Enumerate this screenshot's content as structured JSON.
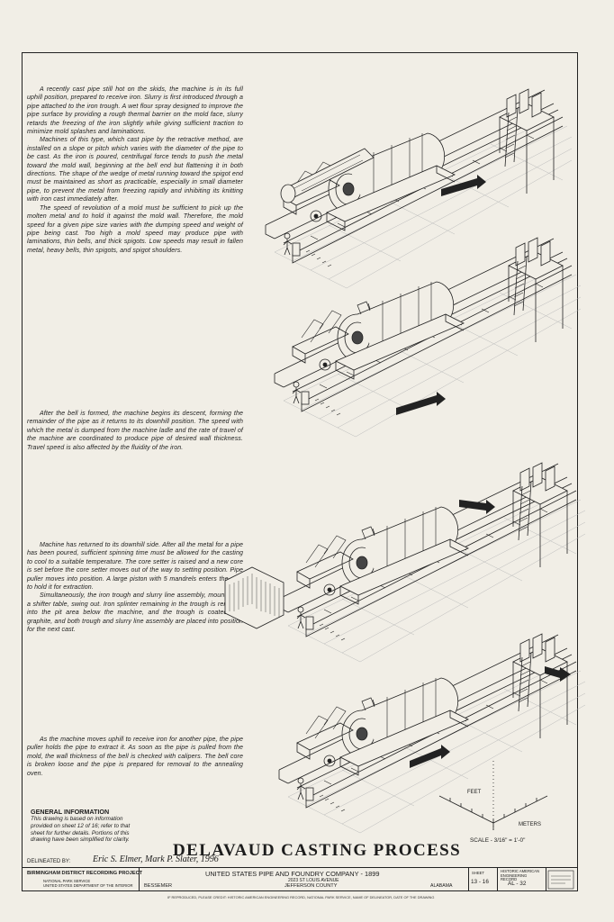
{
  "paragraphs": {
    "p1": "A recently cast pipe still hot on the skids, the machine is in its full uphill position, prepared to receive iron. Slurry is first introduced through a pipe attached to the iron trough. A wet flour spray designed to improve the pipe surface by providing a rough thermal barrier on the mold face, slurry retards the freezing of the iron slightly while giving sufficient traction to minimize mold splashes and laminations.",
    "p2": "Machines of this type, which cast pipe by the retractive method, are installed on a slope or pitch which varies with the diameter of the pipe to be cast. As the iron is poured, centrifugal force tends to push the metal toward the mold wall, beginning at the bell end but flattening it in both directions. The shape of the wedge of metal running toward the spigot end must be maintained as short as practicable, especially in small diameter pipe, to prevent the metal from freezing rapidly and inhibiting its knitting with iron cast immediately after.",
    "p3": "The speed of revolution of a mold must be sufficient to pick up the molten metal and to hold it against the mold wall. Therefore, the mold speed for a given pipe size varies with the dumping speed and weight of pipe being cast. Too high a mold speed may produce pipe with laminations, thin bells, and thick spigots. Low speeds may result in fallen metal, heavy bells, thin spigots, and spigot shoulders.",
    "p4": "After the bell is formed, the machine begins its descent, forming the remainder of the pipe as it returns to its downhill position. The speed with which the metal is dumped from the machine ladle and the rate of travel of the machine are coordinated to produce pipe of desired wall thickness. Travel speed is also affected by the fluidity of the iron.",
    "p5": "Machine has returned to its downhill side. After all the metal for a pipe has been poured, sufficient spinning time must be allowed for the casting to cool to a suitable temperature. The core setter is raised and a new core is set before the core setter moves out of the way to setting position. Pipe puller moves into position. A large piston with 5 mandrels enters the pipe to hold it for extraction.",
    "p6": "Simultaneously, the iron trough and slurry line assembly, mounted on a shifter table, swing out. Iron splinter remaining in the trough is removed into the pit area below the machine, and the trough is coated with graphite, and both trough and slurry line assembly are placed into position for the next cast.",
    "p7": "As the machine moves uphill to receive iron for another pipe, the pipe puller holds the pipe to extract it. As soon as the pipe is pulled from the mold, the wall thickness of the bell is checked with calipers. The bell core is broken loose and the pipe is prepared for removal to the annealing oven."
  },
  "general_info": {
    "heading": "GENERAL INFORMATION",
    "text": "This drawing is based on information provided on sheet 12 of 16; refer to that sheet for further details. Portions of this drawing have been simplified for clarity."
  },
  "title": "DELAVAUD CASTING PROCESS",
  "scale": {
    "feet_label": "FEET",
    "meters_label": "METERS",
    "scale_text": "SCALE - 3/16\" = 1'-0\""
  },
  "delineation": {
    "label": "DELINEATED BY:",
    "names": "Eric S. Elmer, Mark P. Slater, 1996"
  },
  "title_block": {
    "project": "BIRMINGHAM DISTRICT RECORDING PROJECT",
    "project_sub": "NATIONAL PARK SERVICE\nUNITED STATES DEPARTMENT OF THE INTERIOR",
    "company": "UNITED STATES PIPE AND FOUNDRY COMPANY - 1899",
    "address1": "2023 ST LOUIS AVENUE",
    "address2": "JEFFERSON COUNTY",
    "city": "BESSEMER",
    "state": "ALABAMA",
    "sheet_label": "SHEET",
    "sheet": "13 - 16",
    "record_label": "HISTORIC AMERICAN ENGINEERING RECORD",
    "record": "AL - 32",
    "copyright": "IF REPRODUCED, PLEASE CREDIT: HISTORIC AMERICAN ENGINEERING RECORD, NATIONAL PARK SERVICE, NAME OF DELINEATOR, DATE OF THE DRAWING"
  }
}
